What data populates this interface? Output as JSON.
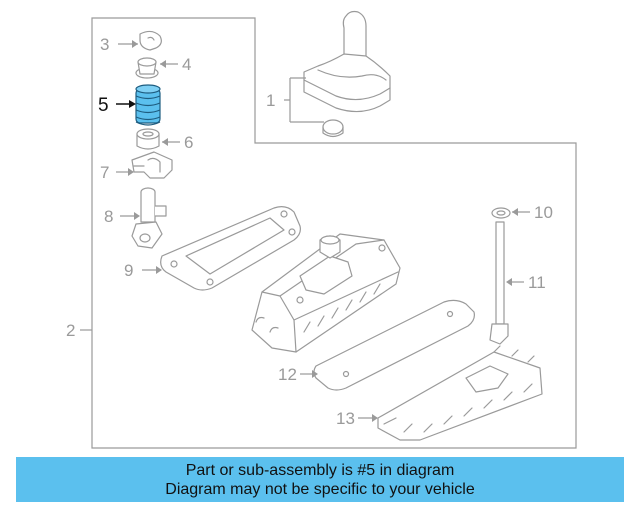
{
  "callouts": {
    "c1": "1",
    "c2": "2",
    "c3": "3",
    "c4": "4",
    "c5": "5",
    "c6": "6",
    "c7": "7",
    "c8": "8",
    "c9": "9",
    "c10": "10",
    "c11": "11",
    "c12": "12",
    "c13": "13"
  },
  "highlight": {
    "part_number": "5",
    "color": "#5bc0ee"
  },
  "banner": {
    "line1": "Part or sub-assembly is #5 in diagram",
    "line2": "Diagram may not be specific to your vehicle",
    "color": "#5bc0ee"
  }
}
